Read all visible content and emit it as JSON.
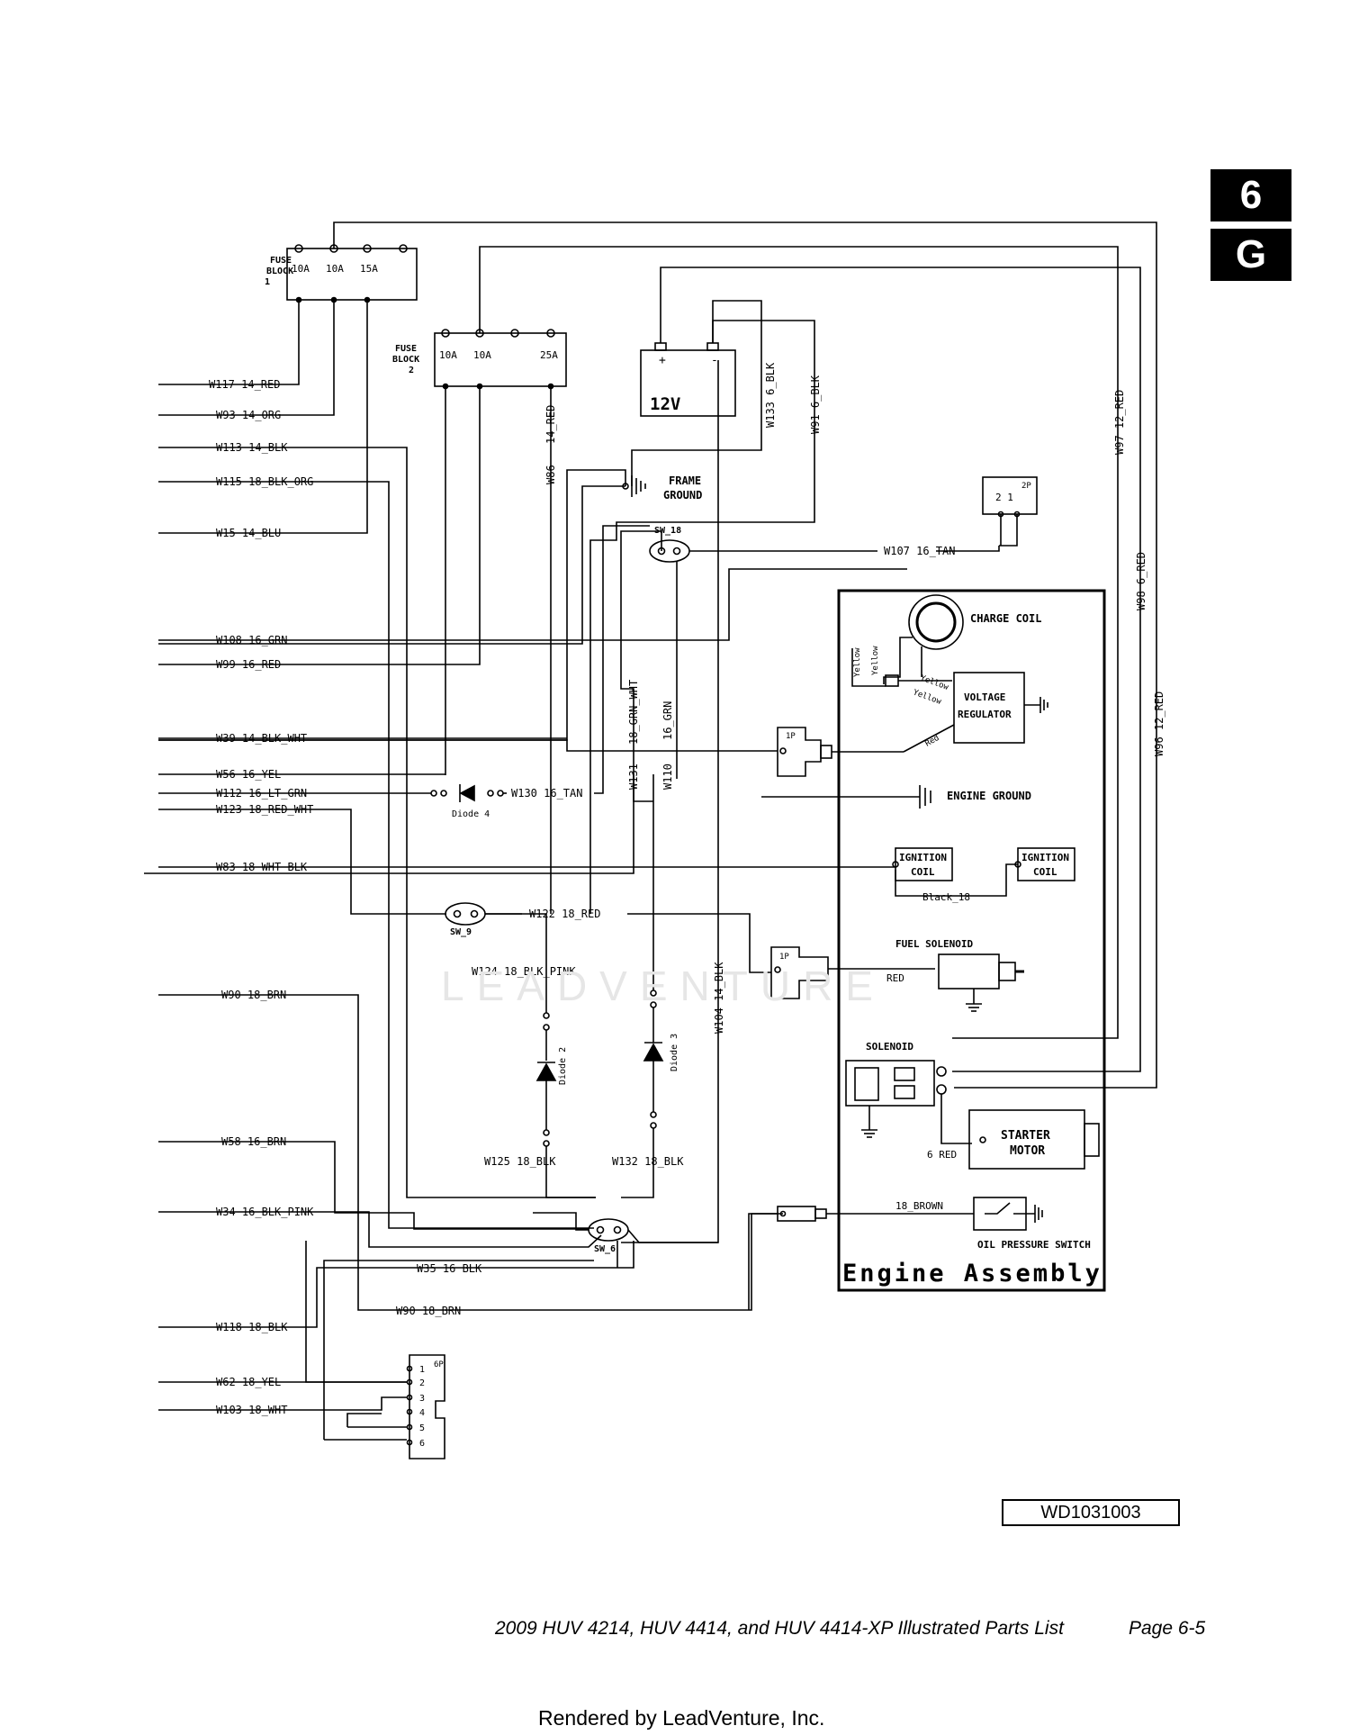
{
  "section_tab": {
    "number": "6",
    "letter": "G"
  },
  "diagram_id": "WD1031003",
  "footer": {
    "title": "2009 HUV 4214, HUV 4414, and HUV 4414-XP Illustrated Parts List",
    "page": "Page 6-5",
    "rendered_by": "Rendered by LeadVenture, Inc."
  },
  "watermark": "LEADVENTURE",
  "fuse_block_1": {
    "label_lines": [
      "FUSE",
      "BLOCK",
      "1"
    ],
    "fuses": [
      "10A",
      "10A",
      "15A"
    ]
  },
  "fuse_block_2": {
    "label_lines": [
      "FUSE",
      "BLOCK",
      "2"
    ],
    "fuses": [
      "10A",
      "10A",
      "25A"
    ]
  },
  "battery": {
    "voltage": "12V",
    "plus": "+",
    "minus": "-"
  },
  "frame_ground": [
    "FRAME",
    "GROUND"
  ],
  "connector_2p": {
    "pins": "2 1",
    "tag": "2P"
  },
  "engine": {
    "title": "Engine Assembly",
    "charge_coil": "CHARGE COIL",
    "voltage_regulator": [
      "VOLTAGE",
      "REGULATOR"
    ],
    "engine_ground": "ENGINE GROUND",
    "ignition_coil": [
      "IGNITION",
      "COIL"
    ],
    "black_18": "Black_18",
    "fuel_solenoid": "FUEL SOLENOID",
    "red": "RED",
    "solenoid": "SOLENOID",
    "starter_motor": [
      "STARTER",
      "MOTOR"
    ],
    "red_6": "6 RED",
    "brown_18": "18_BROWN",
    "oil_pressure_switch": "OIL PRESSURE SWITCH",
    "yellow": "Yellow",
    "red_small": "Red"
  },
  "connector_1p": "1P",
  "connector_6p": {
    "tag": "6P",
    "pins": [
      "1",
      "2",
      "3",
      "4",
      "5",
      "6"
    ]
  },
  "switches": {
    "sw18": "SW_18",
    "sw9": "SW_9",
    "sw6": "SW_6"
  },
  "diodes": {
    "diode4": "Diode 4",
    "diode2": "Diode 2",
    "diode3": "Diode 3"
  },
  "left_wires": [
    "W117  14_RED",
    "W93  14_ORG",
    "W113  14_BLK",
    "W115  18_BLK_ORG",
    "W15  14_BLU",
    "W108  16_GRN",
    "W99  16_RED",
    "W39  14_BLK_WHT",
    "W56  16_YEL",
    "W112  16_LT_GRN",
    "W123  18_RED_WHT",
    "W83  18_WHT_BLK",
    "W90  18_BRN",
    "W58  16_BRN",
    "W34  16_BLK_PINK",
    "W118  18_BLK",
    "W62  18_YEL",
    "W103  18_WHT"
  ],
  "inner_wires": {
    "w130": "W130  16_TAN",
    "w107": "W107   16_TAN",
    "w122": "W122   18_RED",
    "w124": "W124   18_BLK_PINK",
    "w125": "W125   18_BLK",
    "w132": "W132   18_BLK",
    "w35": "W35 16   BLK",
    "w90b": "W90    18_BRN"
  },
  "vertical_wires": {
    "w86": "W86",
    "w86_gauge": "14_RED",
    "w133": "W133   6_BLK",
    "w91": "W91   6_BLK",
    "w97": "W97   12_RED",
    "w98": "W98   6_RED",
    "w96": "W96   12_RED",
    "w131": "W131",
    "grn_wht": "18_GRN_WHT",
    "w110": "W110",
    "grn16": "16_GRN",
    "w104": "W104   14_BLK"
  }
}
